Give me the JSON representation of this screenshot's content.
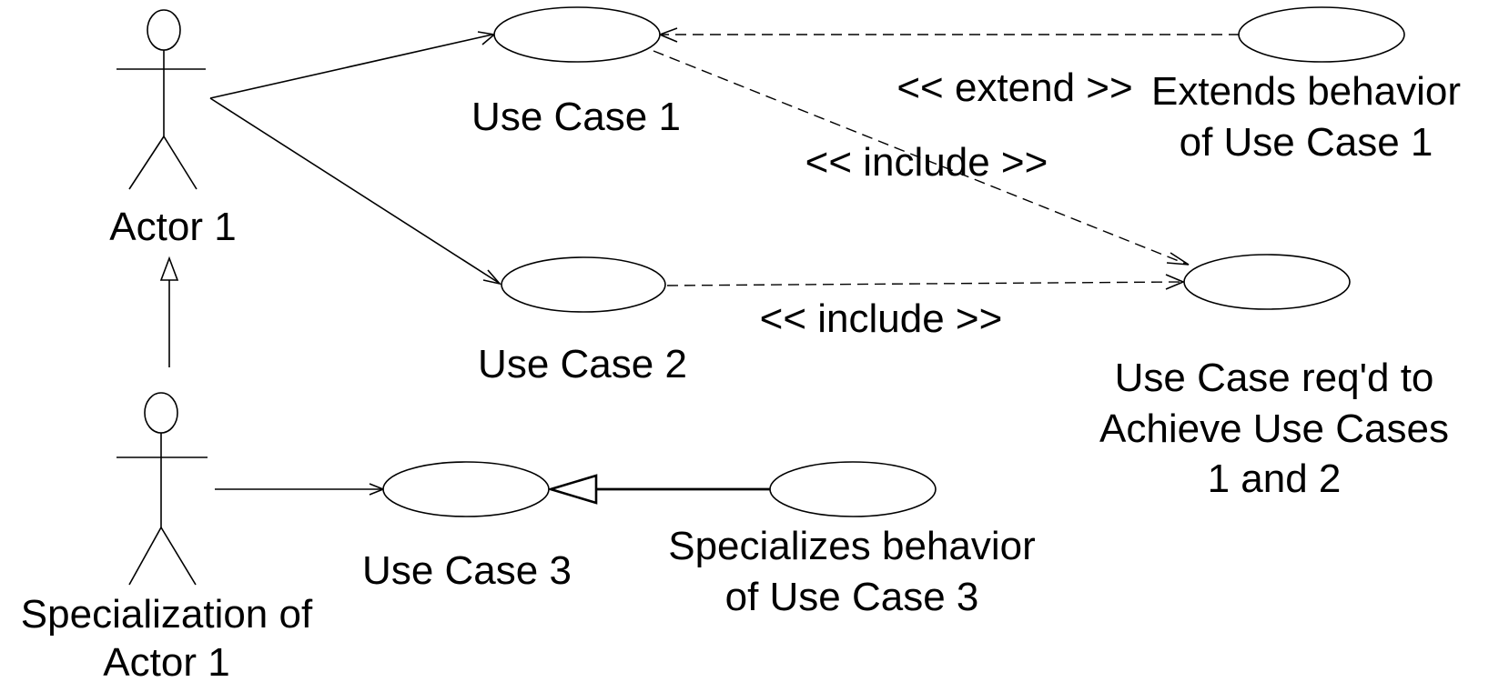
{
  "actors": {
    "actor1": {
      "label": "Actor 1"
    },
    "actor2": {
      "label_line1": "Specialization of",
      "label_line2": "Actor 1"
    }
  },
  "use_cases": {
    "uc1": {
      "label": "Use Case 1"
    },
    "uc2": {
      "label": "Use Case 2"
    },
    "uc3": {
      "label": "Use Case 3"
    },
    "extend": {
      "label_line1": "Extends behavior",
      "label_line2": "of Use Case 1"
    },
    "required": {
      "label_line1": "Use Case req'd to",
      "label_line2": "Achieve Use Cases",
      "label_line3": "1 and 2"
    },
    "specializes": {
      "label_line1": "Specializes behavior",
      "label_line2": "of Use Case 3"
    }
  },
  "relationships": {
    "extend": "<< extend >>",
    "include_uc1": "<< include >>",
    "include_uc2": "<< include >>"
  }
}
